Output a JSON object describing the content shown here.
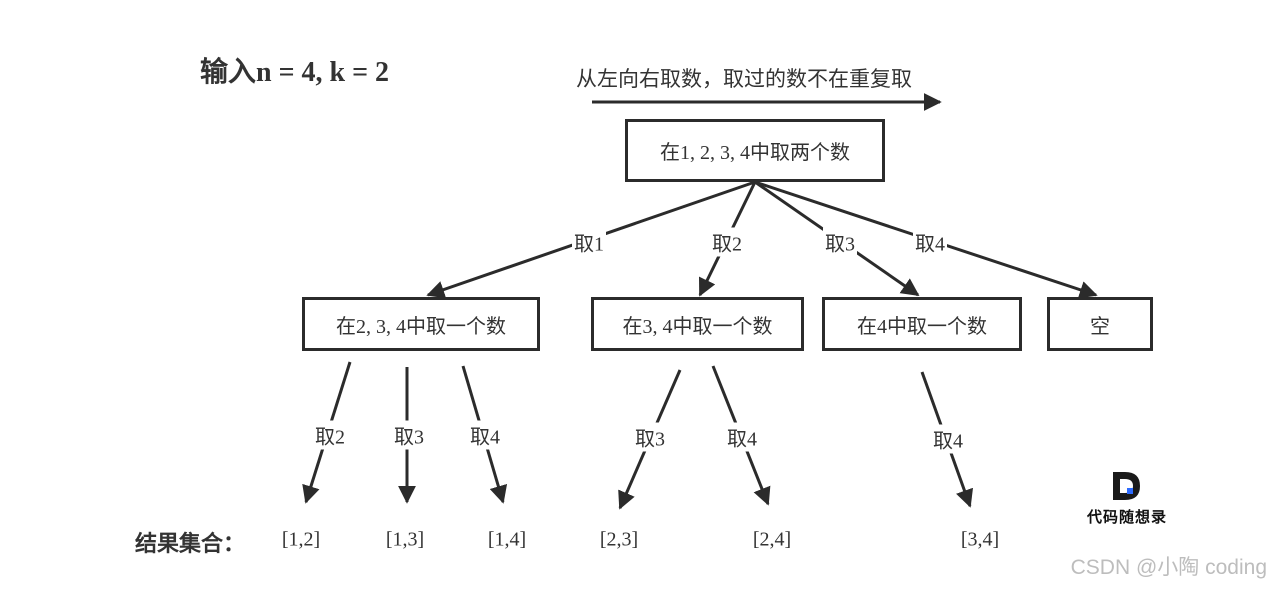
{
  "header": {
    "input_label": "输入n = 4, k = 2",
    "direction_label": "从左向右取数，取过的数不在重复取"
  },
  "tree": {
    "root": "在1, 2, 3, 4中取两个数",
    "level1_nodes": [
      "在2, 3, 4中取一个数",
      "在3, 4中取一个数",
      "在4中取一个数",
      "空"
    ],
    "level1_edges": [
      "取1",
      "取2",
      "取3",
      "取4"
    ],
    "level2_edges": [
      "取2",
      "取3",
      "取4",
      "取3",
      "取4",
      "取4"
    ]
  },
  "results": {
    "caption": "结果集合：",
    "items": [
      "[1,2]",
      "[1,3]",
      "[1,4]",
      "[2,3]",
      "[2,4]",
      "[3,4]"
    ]
  },
  "logo": {
    "text": "代码随想录",
    "letter": "D"
  },
  "watermark": "CSDN @小陶 coding",
  "colors": {
    "line": "#2b2b2b",
    "text": "#333333",
    "watermark": "#bdbdbd"
  }
}
